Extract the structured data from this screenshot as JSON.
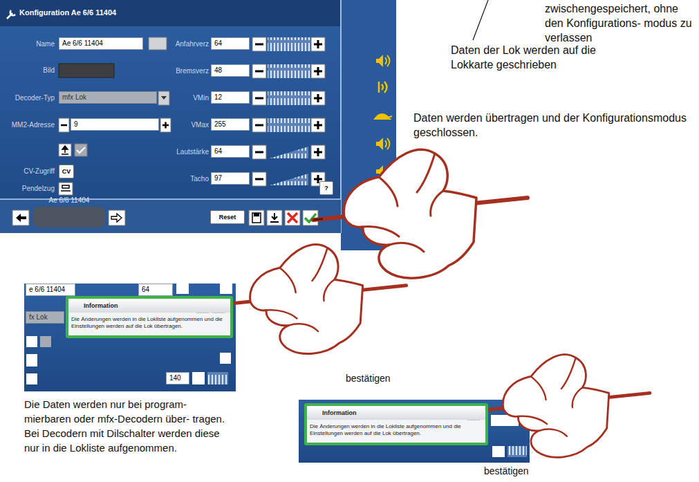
{
  "diagram": {
    "nodes": [
      {
        "text": [
          "Information",
          "Die Änderungen werden in die Lokliste aufgenommen und die Einstellungen werden auf die Lok übertragen."
        ]
      },
      {
        "text": [
          "Information",
          "Die Änderungen werden in die Lokliste aufgenommen und die Einstellungen werden auf die Lok übertragen."
        ]
      }
    ],
    "labels": [
      "zwischengespeichert, ohne den Konfigurations- modus zu verlassen",
      "Daten der Lok werden auf die Lokkarte geschrieben",
      "Daten werden übertragen und der Konfigurationsmodus geschlossen.",
      "Konfiguration Ae 6/6 11404",
      "Name",
      "Ae 6/6 11404",
      "Bild",
      "Decoder-Typ",
      "mfx Lok",
      "MM2-Adresse",
      "9",
      "CV-Zugriff",
      "CV",
      "Pendelzug",
      "Anfahrverz",
      "64",
      "Bremsverz",
      "48",
      "VMin",
      "12",
      "VMax",
      "255",
      "Lautstärke",
      "64",
      "Tacho",
      "97",
      "?",
      "Ae 6/6 11404",
      "Reset",
      "e 6/6 11404",
      "64",
      "fx Lok",
      "140",
      "bestätigen",
      "Die Daten werden nur bei program- mierbaren oder mfx-Decodern über- tragen. Bei Decodern mit Dilschalter werden diese nur in die Lokliste aufgenommen.",
      "bestätigen"
    ]
  }
}
